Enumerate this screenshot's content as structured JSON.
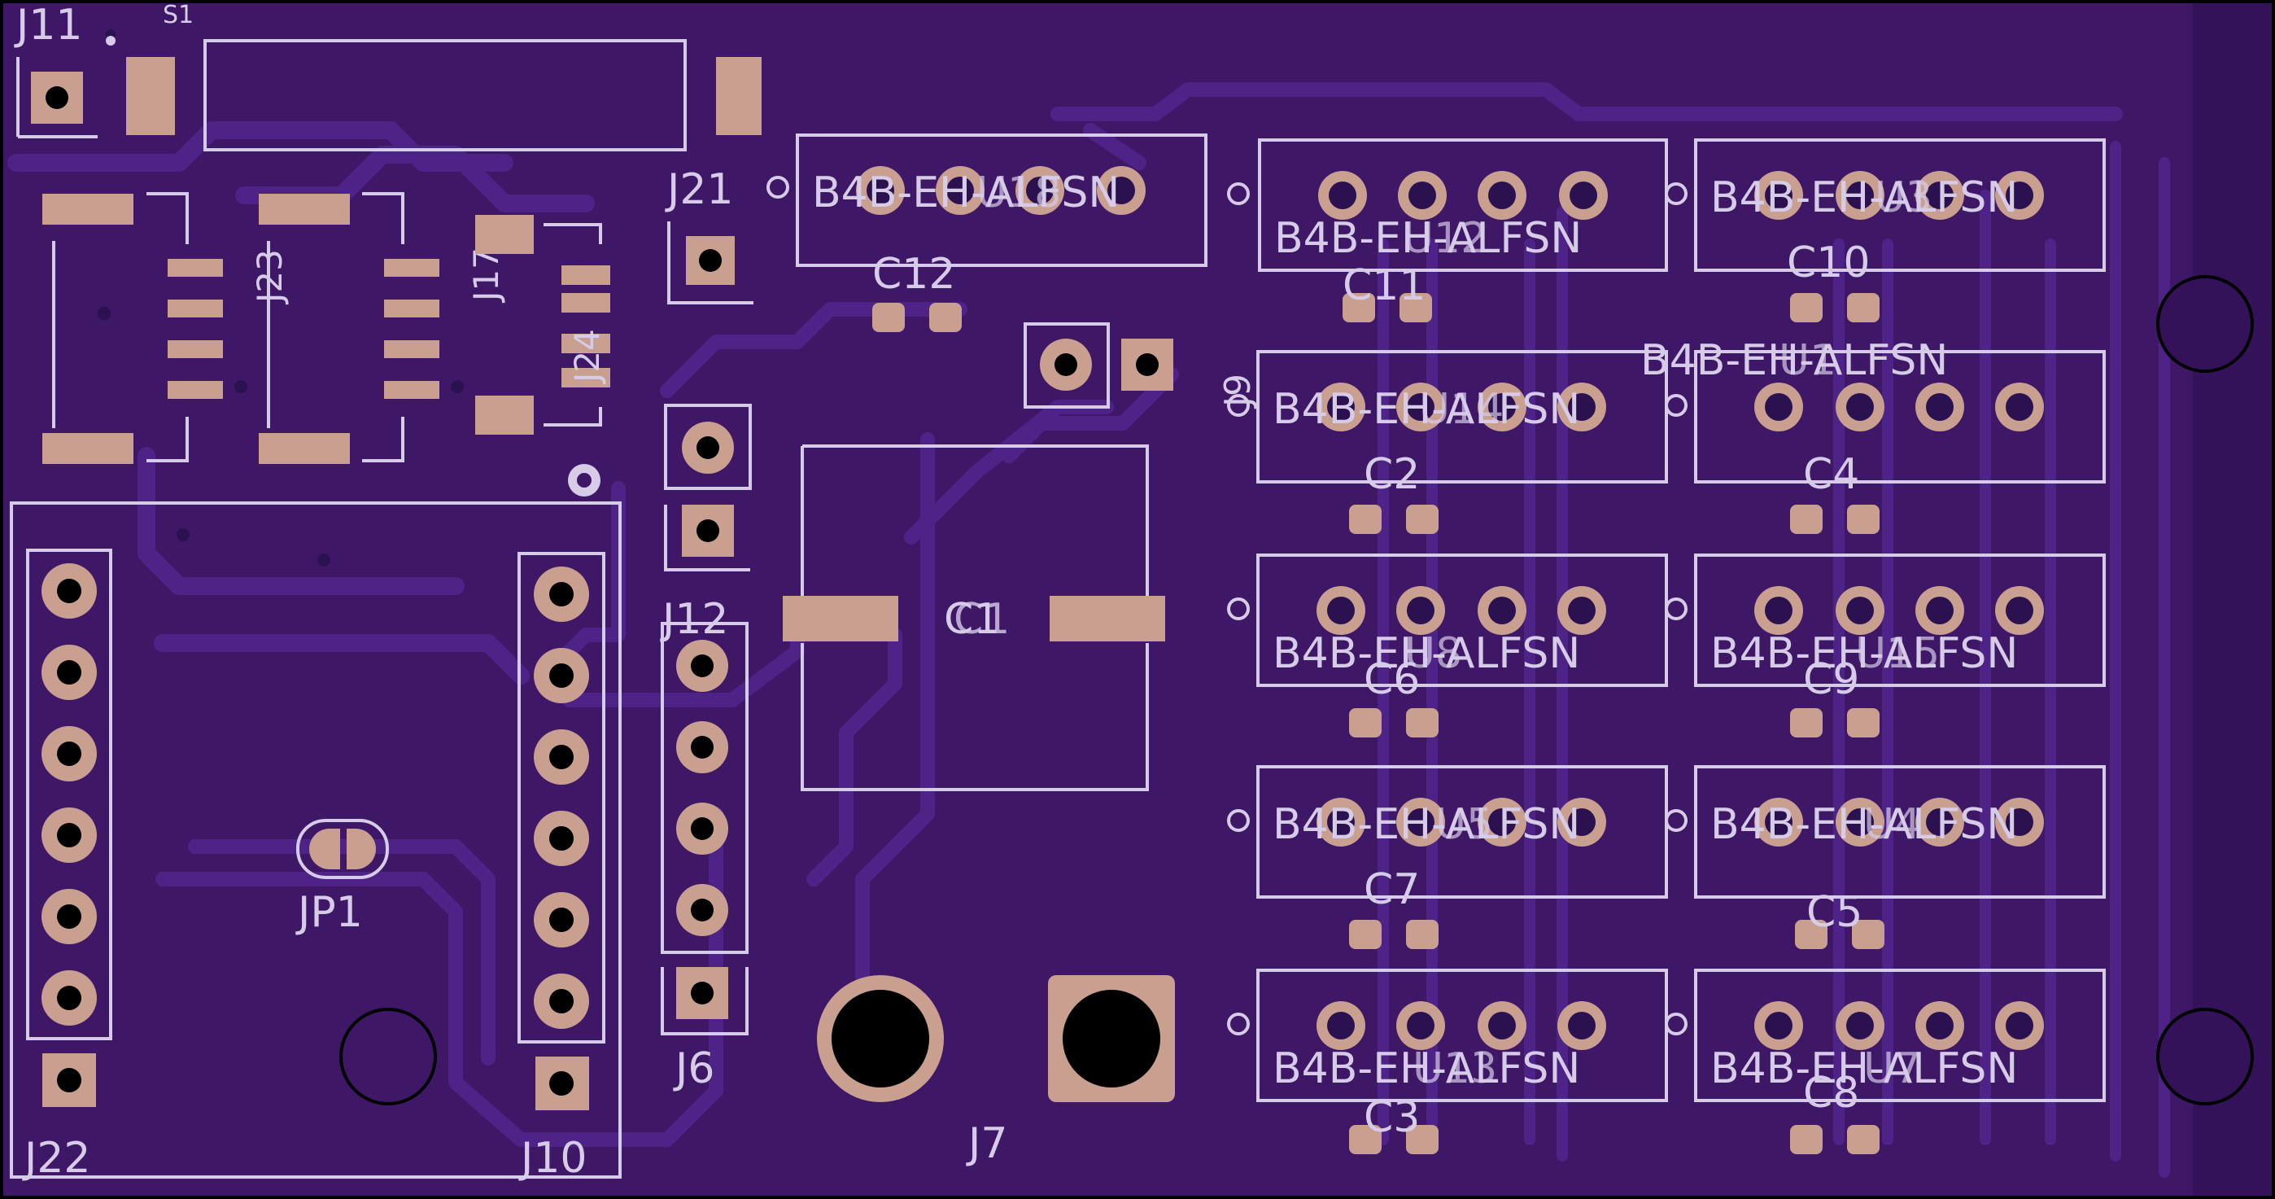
{
  "colors": {
    "board": "#3e1766",
    "board_edge": "#2a0f4a",
    "trace": "#4d2387",
    "pad": "#c9a08f",
    "silkscreen": "#d6cce8",
    "drill": "#000000"
  },
  "labels": {
    "J11": "J11",
    "S1": "S1",
    "J21": "J21",
    "J23": "J23",
    "J17": "J17",
    "J24": "J24",
    "J9": "J9",
    "J12": "J12",
    "C1": "C1",
    "C12": "C12",
    "C11": "C11",
    "C10": "C10",
    "C2": "C2",
    "C4": "C4",
    "C6": "C6",
    "C9": "C9",
    "C7": "C7",
    "C5": "C5",
    "C3": "C3",
    "C8": "C8",
    "JP1": "JP1",
    "J6": "J6",
    "J7": "J7",
    "J22": "J22",
    "J10": "J10"
  },
  "connector_values": {
    "U18": "B4B-EH-ALFSN",
    "U12": "B4B-EH-ALFSN",
    "U3": "B4B-EH-ALFSN",
    "U1": "B4B-EH-ALFSN",
    "U14": "B4B-EH-ALFSN",
    "U8": "B4B-EH-ALFSN",
    "U15": "B4B-EH-ALFSN",
    "U5": "B4B-EH-ALFSN",
    "U4": "B4B-EH-ALFSN",
    "U13": "B4B-EH-ALFSN",
    "U7": "B4B-EH-ALFSN"
  },
  "connector_refs": {
    "U18": "U18",
    "U12": "U12",
    "U3": "U3",
    "U1": "U1",
    "U14": "U14",
    "U8": "U8",
    "U15": "U15",
    "U5": "U5",
    "U4": "U4",
    "U13": "U13",
    "U7": "U7"
  }
}
